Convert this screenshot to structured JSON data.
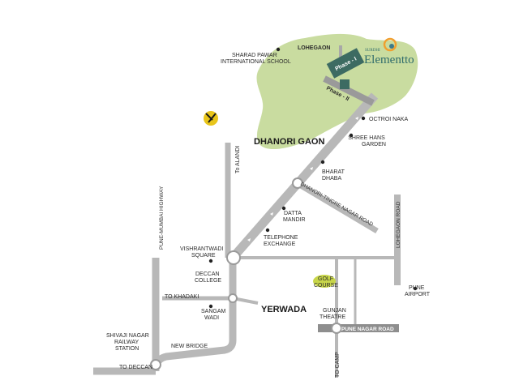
{
  "brand": {
    "small": "SURDHI",
    "name": "Elementto"
  },
  "areas": {
    "lohegaon": "LOHEGAON",
    "dhanori_gaon": "DHANORI GAON",
    "yerwada": "YERWADA"
  },
  "phases": {
    "phase1": "Phase - I",
    "phase2": "Phase - II"
  },
  "landmarks": {
    "sharad_pawar_1": "SHARAD PAWAR",
    "sharad_pawar_2": "INTERNATIONAL SCHOOL",
    "octroi_naka": "OCTROI NAKA",
    "shree_hans_1": "SHREE HANS",
    "shree_hans_2": "GARDEN",
    "bharat_dhaba_1": "BHARAT",
    "bharat_dhaba_2": "DHABA",
    "datta_mandir_1": "DATTA",
    "datta_mandir_2": "MANDIR",
    "telephone_exchange_1": "TELEPHONE",
    "telephone_exchange_2": "EXCHANGE",
    "vishrantwadi_1": "VISHRANTWADI",
    "vishrantwadi_2": "SQUARE",
    "deccan_college_1": "DECCAN",
    "deccan_college_2": "COLLEGE",
    "to_khadaki": "TO KHADAKI",
    "sangam_wadi_1": "SANGAM",
    "sangam_wadi_2": "WADI",
    "golf_course_1": "GOLF",
    "golf_course_2": "COURSE",
    "pune_airport_1": "PUNE",
    "pune_airport_2": "AIRPORT",
    "gunjan_theatre_1": "GUNJAN",
    "gunjan_theatre_2": "THEATRE",
    "shivaji_nagar_1": "SHIVAJI NAGAR",
    "shivaji_nagar_2": "RAILWAY",
    "shivaji_nagar_3": "STATION",
    "new_bridge": "NEW BRIDGE",
    "to_deccan": "TO DECCAN",
    "to_camp": "TO CAMP",
    "to_alandi": "To ALANDI"
  },
  "roads": {
    "pune_mumbai_highway": "PUNE-MUMBAI HIGHWAY",
    "dhanori_tingre": "DHANORI-TINGRE NAGAR ROAD",
    "lohegaon_road": "LOHEGAON ROAD",
    "pune_nagar_road": "PUNE NAGAR ROAD"
  },
  "colors": {
    "road": "#b8b8b8",
    "road_dark": "#8e8e8e",
    "highlight_area": "#c9dca0",
    "phase_box": "#3d6b62",
    "logo_orange": "#f0a030",
    "compass": "#e8c51a"
  },
  "icons": {
    "logo": "elementto-swirl-icon",
    "compass": "north-arrow-icon"
  }
}
